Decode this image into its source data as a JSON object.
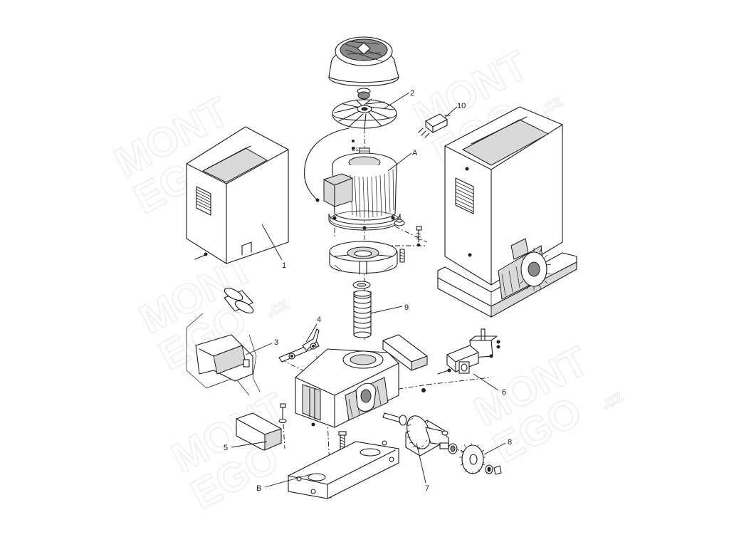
{
  "watermark": {
    "line1": "MONT",
    "line2": "EGO",
    "mark": "®",
    "suffix": ".cz"
  },
  "labels": {
    "p1": "1",
    "p2": "2",
    "p3": "3",
    "p4": "4",
    "p5": "5",
    "p6": "6",
    "p7": "7",
    "p8": "8",
    "p9": "9",
    "p10": "10",
    "pA": "A",
    "pB": "B",
    "shaft_dim": "Ø11"
  }
}
